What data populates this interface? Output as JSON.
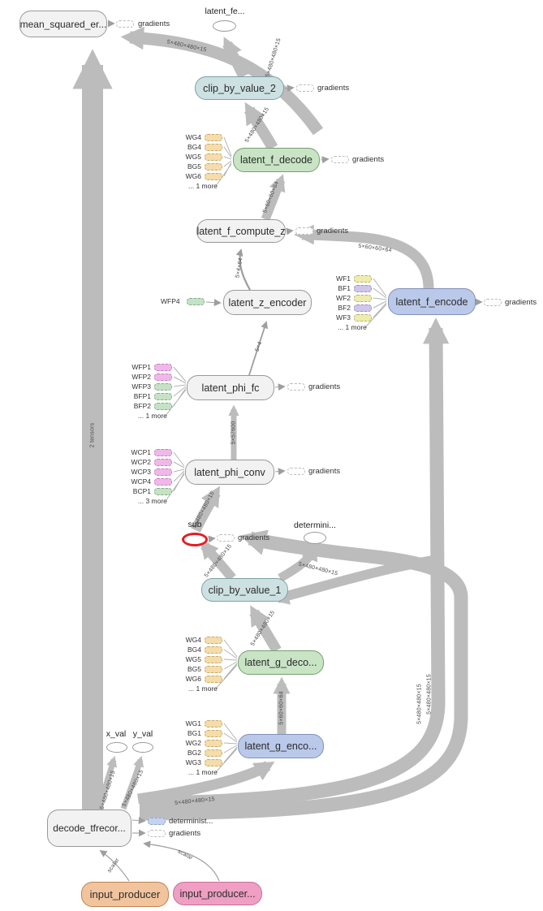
{
  "colors": {
    "edge": "#bcbcbc",
    "node_gray_fill": "#f2f2f2",
    "node_gray_border": "#999999",
    "teal_fill": "#cde1e2",
    "green_fill": "#c8e4c5",
    "blue_fill": "#bac9e9",
    "orange_pill": "#f5dcab",
    "yellow_pill": "#efecb0",
    "purple_pill": "#cfc7ea",
    "pink_pill": "#f0b8e9",
    "mint_pill": "#c5e1c6",
    "lightblue_pill": "#c4d3ee",
    "salmon_fill": "#f2c49d",
    "rose_fill": "#ef9fc3",
    "highlight_red": "#e51c23"
  },
  "labels": {
    "gradients": "gradients",
    "one_more": "... 1 more",
    "three_more": "... 3 more",
    "two_tensors": "2 tensors",
    "scalar": "scalar"
  },
  "nodes": {
    "mean_squared": {
      "label": "mean_squared_er..."
    },
    "latent_fe": {
      "label": "latent_fe..."
    },
    "clip_by_value_2": {
      "label": "clip_by_value_2"
    },
    "latent_f_decode": {
      "label": "latent_f_decode"
    },
    "latent_f_compute_z": {
      "label": "latent_f_compute_z"
    },
    "latent_z_encoder": {
      "label": "latent_z_encoder"
    },
    "latent_f_encode": {
      "label": "latent_f_encode"
    },
    "latent_phi_fc": {
      "label": "latent_phi_fc"
    },
    "latent_phi_conv": {
      "label": "latent_phi_conv"
    },
    "sub": {
      "label": "sub"
    },
    "deterministic": {
      "label": "determini..."
    },
    "clip_by_value_1": {
      "label": "clip_by_value_1"
    },
    "latent_g_decode": {
      "label": "latent_g_deco..."
    },
    "latent_g_encode": {
      "label": "latent_g_enco..."
    },
    "x_val": {
      "label": "x_val"
    },
    "y_val": {
      "label": "y_val"
    },
    "decode_tfrecord": {
      "label": "decode_tfrecor..."
    },
    "deterministic_small": {
      "label": "determinist..."
    },
    "input_producer": {
      "label": "input_producer"
    },
    "input_producer_2": {
      "label": "input_producer..."
    },
    "wfp4": {
      "label": "WFP4"
    }
  },
  "stacks": {
    "f_decode": [
      "WG4",
      "BG4",
      "WG5",
      "BG5",
      "WG6"
    ],
    "f_encode": [
      "WF1",
      "BF1",
      "WF2",
      "BF2",
      "WF3"
    ],
    "phi_fc": [
      "WFP1",
      "WFP2",
      "WFP3",
      "BFP1",
      "BFP2"
    ],
    "phi_conv": [
      "WCP1",
      "WCP2",
      "WCP3",
      "WCP4",
      "BCP1"
    ],
    "g_decode": [
      "WG4",
      "BG4",
      "WG5",
      "BG5",
      "WG6"
    ],
    "g_encode": [
      "WG1",
      "BG1",
      "WG2",
      "BG2",
      "WG3"
    ]
  },
  "edge_labels": {
    "shape_image": "5×480×480×15",
    "shape_latent": "5×60×60×64",
    "shape_flat": "5×57600",
    "shape_z": "5×4×64",
    "shape_phi": "5×4"
  }
}
